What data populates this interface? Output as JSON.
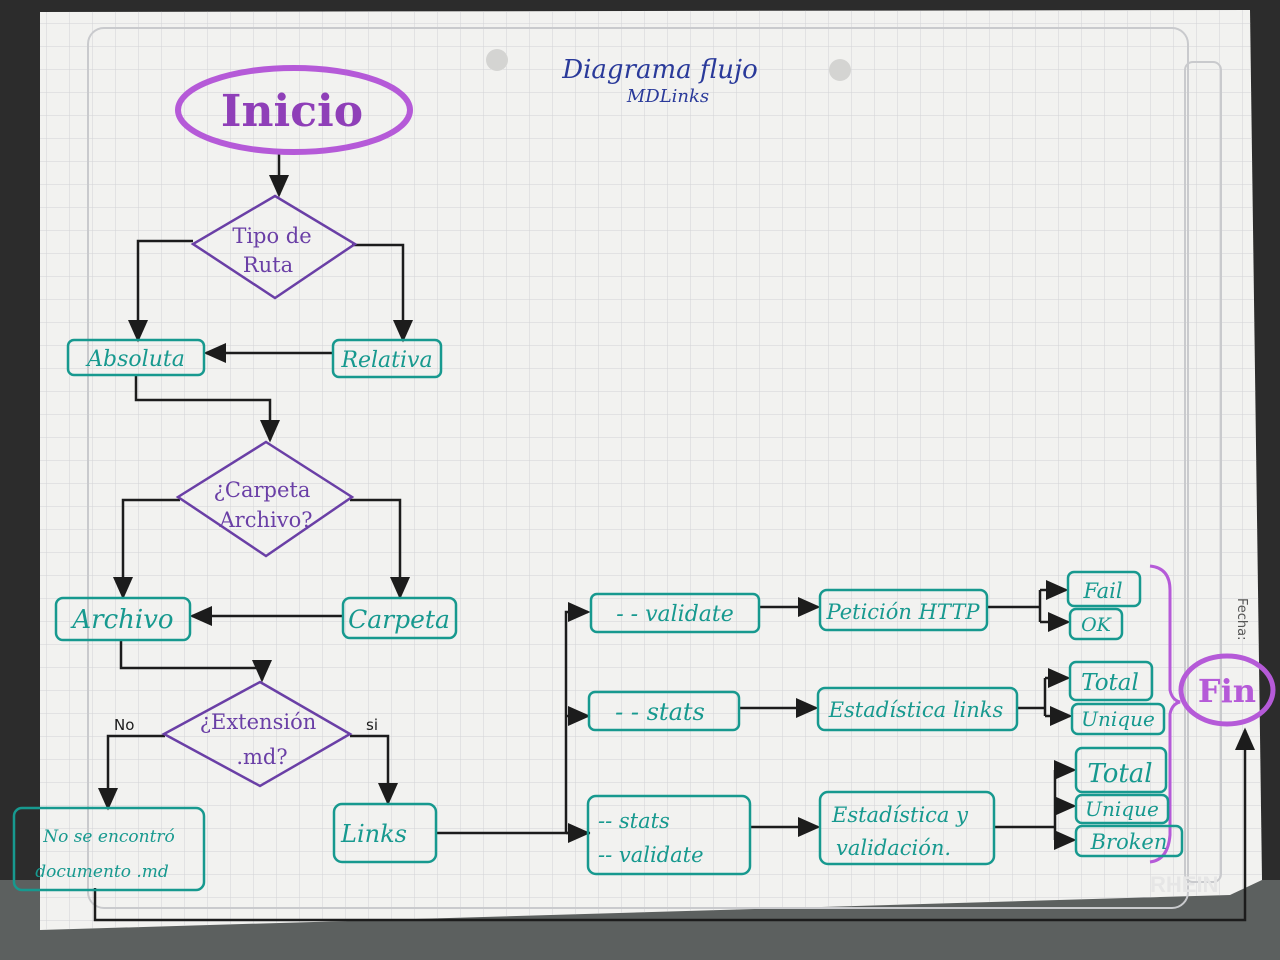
{
  "title": {
    "line1": "Diagrama flujo",
    "line2": "MDLinks"
  },
  "side_label": "Fecha:",
  "brand": "RHEIN",
  "nodes": {
    "inicio": "Inicio",
    "tipo_ruta": [
      "Tipo de",
      "Ruta"
    ],
    "absoluta": "Absoluta",
    "relativa": "Relativa",
    "carpeta_archivo": [
      "¿Carpeta",
      "Archivo?"
    ],
    "archivo": "Archivo",
    "carpeta": "Carpeta",
    "extension": [
      "¿Extensión",
      ".md?"
    ],
    "no_label": "No",
    "si_label": "si",
    "no_encontro": [
      "No se encontró",
      "documento .md"
    ],
    "links": "Links",
    "validate": "- - validate",
    "stats": "- - stats",
    "stats_validate": [
      "-- stats",
      "-- validate"
    ],
    "peticion": "Petición HTTP",
    "estadistica_links": "Estadística links",
    "estadistica_validacion": [
      "Estadística y",
      "validación."
    ],
    "fail": "Fail",
    "ok": "OK",
    "total1": "Total",
    "unique1": "Unique",
    "total2": "Total",
    "unique2": "Unique",
    "broken": "Broken",
    "fin": "Fin"
  },
  "colors": {
    "paper": "#f2f2f0",
    "grid": "#d2d3d6",
    "teal": "#17998f",
    "purple": "#6a3fa6",
    "magenta": "#b55ad8",
    "ink": "#1c1c1c",
    "title": "#2a3a9a"
  }
}
